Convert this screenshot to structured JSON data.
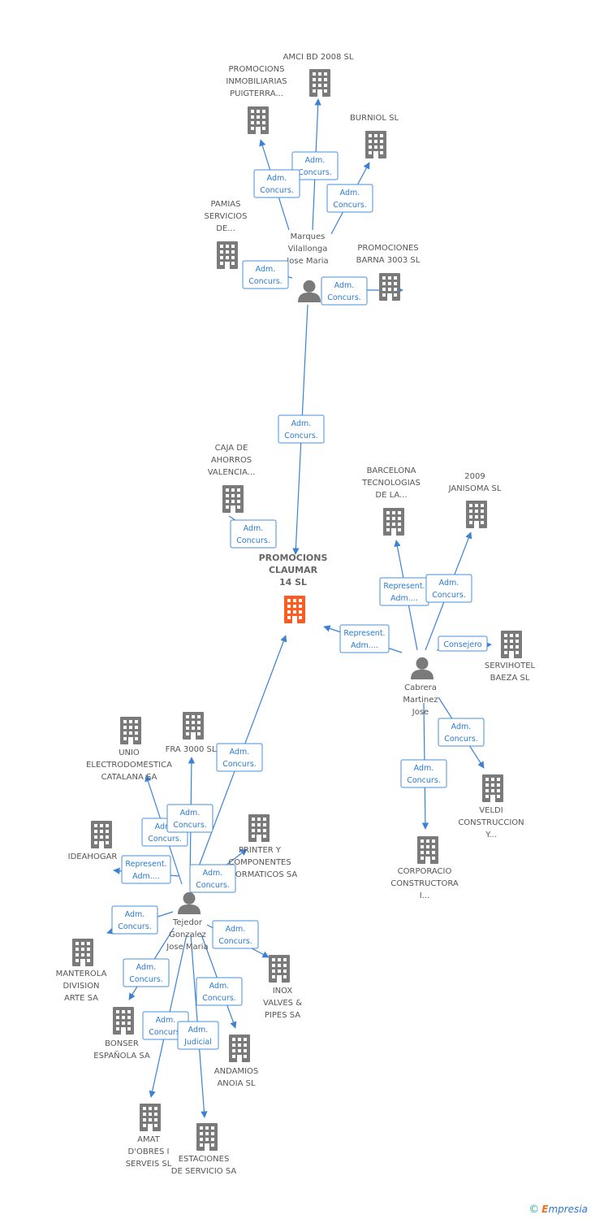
{
  "colors": {
    "company": "#7a7a7a",
    "focus": "#ff5a1f",
    "person": "#7a7a7a",
    "edge": "#3b82d6"
  },
  "nodes": [
    {
      "id": "focus",
      "type": "company",
      "focus": true,
      "label": [
        "PROMOCIONS",
        "CLAUMAR",
        "14 SL"
      ]
    },
    {
      "id": "amci",
      "type": "company",
      "label": [
        "AMCI BD 2008 SL"
      ]
    },
    {
      "id": "promo_inmob",
      "type": "company",
      "label": [
        "PROMOCIONS",
        "INMOBILIARIAS",
        "PUIGTERRA..."
      ]
    },
    {
      "id": "burniol",
      "type": "company",
      "label": [
        "BURNIOL SL"
      ]
    },
    {
      "id": "pamias",
      "type": "company",
      "label": [
        "PAMIAS",
        "SERVICIOS",
        "DE..."
      ]
    },
    {
      "id": "promo_barna",
      "type": "company",
      "label": [
        "PROMOCIONES",
        "BARNA 3003 SL"
      ]
    },
    {
      "id": "marques",
      "type": "person",
      "label": [
        "Marques",
        "Vilallonga",
        "Jose Maria"
      ]
    },
    {
      "id": "caja",
      "type": "company",
      "label": [
        "CAJA DE",
        "AHORROS",
        "VALENCIA..."
      ]
    },
    {
      "id": "barcelona_tec",
      "type": "company",
      "label": [
        "BARCELONA",
        "TECNOLOGIAS",
        "DE LA..."
      ]
    },
    {
      "id": "janisoma",
      "type": "company",
      "label": [
        "2009",
        "JANISOMA SL"
      ]
    },
    {
      "id": "servihotel",
      "type": "company",
      "label": [
        "SERVIHOTEL",
        "BAEZA SL"
      ]
    },
    {
      "id": "cabrera",
      "type": "person",
      "label": [
        "Cabrera",
        "Martinez",
        "Jose"
      ]
    },
    {
      "id": "veldi",
      "type": "company",
      "label": [
        "VELDI",
        "CONSTRUCCION",
        "Y..."
      ]
    },
    {
      "id": "corporacio",
      "type": "company",
      "label": [
        "CORPORACIO",
        "CONSTRUCTORA",
        "I..."
      ]
    },
    {
      "id": "unio",
      "type": "company",
      "label": [
        "UNIO",
        "ELECTRODOMESTICA",
        "CATALANA SA"
      ]
    },
    {
      "id": "fra3000",
      "type": "company",
      "label": [
        "FRA 3000 SL"
      ]
    },
    {
      "id": "ideahogar",
      "type": "company",
      "label": [
        "IDEAHOGAR"
      ]
    },
    {
      "id": "printer",
      "type": "company",
      "label": [
        "PRINTER Y",
        "COMPONENTES",
        "INFORMATICOS SA"
      ]
    },
    {
      "id": "tejedor",
      "type": "person",
      "label": [
        "Tejedor",
        "Gonzalez",
        "Jose Maria"
      ]
    },
    {
      "id": "manterola",
      "type": "company",
      "label": [
        "MANTEROLA",
        "DIVISION",
        "ARTE SA"
      ]
    },
    {
      "id": "inox",
      "type": "company",
      "label": [
        "INOX",
        "VALVES &",
        "PIPES SA"
      ]
    },
    {
      "id": "bonser",
      "type": "company",
      "label": [
        "BONSER",
        "ESPAÑOLA SA"
      ]
    },
    {
      "id": "andamios",
      "type": "company",
      "label": [
        "ANDAMIOS",
        "ANOIA SL"
      ]
    },
    {
      "id": "amat",
      "type": "company",
      "label": [
        "AMAT",
        "D'OBRES I",
        "SERVEIS SL"
      ]
    },
    {
      "id": "estaciones",
      "type": "company",
      "label": [
        "ESTACIONES",
        "DE SERVICIO SA"
      ]
    }
  ],
  "edges": [
    {
      "from": "marques",
      "to": "amci",
      "label": [
        "Adm.",
        "Concurs."
      ]
    },
    {
      "from": "marques",
      "to": "promo_inmob",
      "label": [
        "Adm.",
        "Concurs."
      ]
    },
    {
      "from": "marques",
      "to": "burniol",
      "label": [
        "Adm.",
        "Concurs."
      ]
    },
    {
      "from": "marques",
      "to": "pamias",
      "label": [
        "Adm.",
        "Concurs."
      ]
    },
    {
      "from": "marques",
      "to": "promo_barna",
      "label": [
        "Adm.",
        "Concurs."
      ]
    },
    {
      "from": "marques",
      "to": "focus",
      "label": [
        "Adm.",
        "Concurs."
      ]
    },
    {
      "from": "caja",
      "to": "focus",
      "label": [
        "Adm.",
        "Concurs."
      ]
    },
    {
      "from": "cabrera",
      "to": "barcelona_tec",
      "label": [
        "Represent.",
        "Adm...."
      ]
    },
    {
      "from": "cabrera",
      "to": "janisoma",
      "label": [
        "Adm.",
        "Concurs."
      ]
    },
    {
      "from": "cabrera",
      "to": "focus",
      "label": [
        "Represent.",
        "Adm...."
      ]
    },
    {
      "from": "cabrera",
      "to": "servihotel",
      "label": [
        "Consejero"
      ]
    },
    {
      "from": "cabrera",
      "to": "veldi",
      "label": [
        "Adm.",
        "Concurs."
      ]
    },
    {
      "from": "cabrera",
      "to": "corporacio",
      "label": [
        "Adm.",
        "Concurs."
      ]
    },
    {
      "from": "tejedor",
      "to": "focus",
      "label": [
        "Adm.",
        "Concurs."
      ]
    },
    {
      "from": "tejedor",
      "to": "unio",
      "label": [
        "Adm.",
        "Concurs."
      ]
    },
    {
      "from": "tejedor",
      "to": "fra3000",
      "label": [
        "Adm.",
        "Concurs."
      ]
    },
    {
      "from": "tejedor",
      "to": "ideahogar",
      "label": [
        "Represent.",
        "Adm...."
      ]
    },
    {
      "from": "tejedor",
      "to": "printer",
      "label": [
        "Adm.",
        "Concurs."
      ]
    },
    {
      "from": "tejedor",
      "to": "manterola",
      "label": [
        "Adm.",
        "Concurs."
      ]
    },
    {
      "from": "tejedor",
      "to": "inox",
      "label": [
        "Adm.",
        "Concurs."
      ]
    },
    {
      "from": "tejedor",
      "to": "bonser",
      "label": [
        "Adm.",
        "Concurs."
      ]
    },
    {
      "from": "tejedor",
      "to": "andamios",
      "label": [
        "Adm.",
        "Concurs."
      ]
    },
    {
      "from": "tejedor",
      "to": "amat",
      "label": [
        "Adm.",
        "Concurs."
      ]
    },
    {
      "from": "tejedor",
      "to": "estaciones",
      "label": [
        "Adm.",
        "Judicial"
      ]
    }
  ],
  "footer": {
    "copyright": "©",
    "brand_first": "E",
    "brand_rest": "mpresia"
  }
}
